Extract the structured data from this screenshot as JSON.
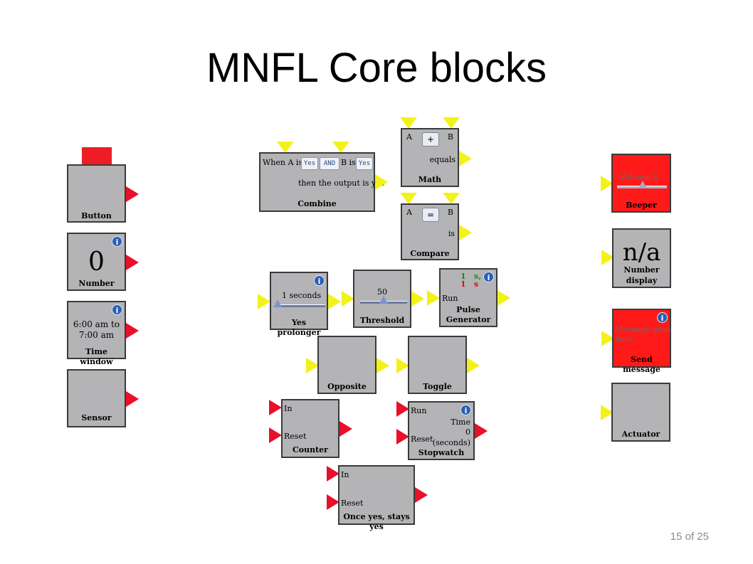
{
  "title": "MNFL Core blocks",
  "page_number": "15 of 25",
  "blocks": {
    "button": {
      "label": "Button"
    },
    "number": {
      "label": "Number",
      "value": "0"
    },
    "time_window": {
      "label": "Time window",
      "line1": "6:00 am to",
      "line2": "7:00 am"
    },
    "sensor": {
      "label": "Sensor"
    },
    "combine": {
      "label": "Combine",
      "when": "When A is",
      "yes1": "Yes",
      "and": "AND",
      "b_is": "B is",
      "yes2": "Yes",
      "then": "then the output is yes"
    },
    "math": {
      "label": "Math",
      "a": "A",
      "b": "B",
      "op": "+",
      "equals": "equals"
    },
    "compare": {
      "label": "Compare",
      "a": "A",
      "b": "B",
      "op": "=",
      "is": "is"
    },
    "yes_prolonger": {
      "label": "Yes prolonger",
      "value": "1 seconds"
    },
    "threshold": {
      "label": "Threshold",
      "value": "50"
    },
    "pulse_generator": {
      "label1": "Pulse",
      "label2": "Generator",
      "run": "Run",
      "on_val": "1",
      "on_unit": "s,",
      "off_val": "1",
      "off_unit": "s"
    },
    "opposite": {
      "label": "Opposite"
    },
    "toggle": {
      "label": "Toggle"
    },
    "counter": {
      "label": "Counter",
      "in": "In",
      "reset": "Reset"
    },
    "stopwatch": {
      "label": "Stopwatch",
      "run": "Run",
      "reset": "Reset",
      "time": "Time",
      "value": "0",
      "unit": "(seconds)"
    },
    "once_yes": {
      "label": "Once yes, stays yes",
      "in": "In",
      "reset": "Reset"
    },
    "beeper": {
      "label": "Beeper",
      "volume": "Volume",
      "volume_value": "5"
    },
    "number_display": {
      "value": "n/a",
      "label1": "Number",
      "label2": "display"
    },
    "send_message": {
      "label": "Send message",
      "message1": "Message goes",
      "message2": "here"
    },
    "actuator": {
      "label": "Actuator"
    }
  },
  "colors": {
    "block": "#b4b3b6",
    "red_block": "#ff1a1a",
    "yellow_port": "#f2f21a",
    "red_port": "#e8102a"
  }
}
